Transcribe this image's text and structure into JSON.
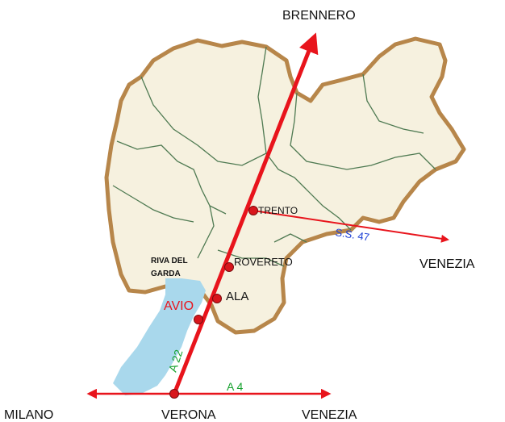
{
  "map": {
    "destinations": {
      "north": "BRENNERO",
      "east": "VENEZIA",
      "west": "MILANO",
      "south": "VERONA",
      "southeast": "VENEZIA"
    },
    "towns": {
      "trento": "TRENTO",
      "rovereto": "ROVERETO",
      "ala": "ALA",
      "avio": "AVIO",
      "riva_line1": "RIVA DEL",
      "riva_line2": "GARDA"
    },
    "roads": {
      "a22": "A 22",
      "a4": "A 4",
      "ss47": "S.S. 47"
    },
    "colors": {
      "route": "#e8141c",
      "ss47_label": "#1c3fd6",
      "motorway_label": "#16a12e",
      "avio_label": "#e8141c",
      "lake": "#a9d8ec",
      "region_fill": "#f6f1df",
      "region_edge": "#b7864a",
      "district_lines": "#4f7a52"
    }
  }
}
